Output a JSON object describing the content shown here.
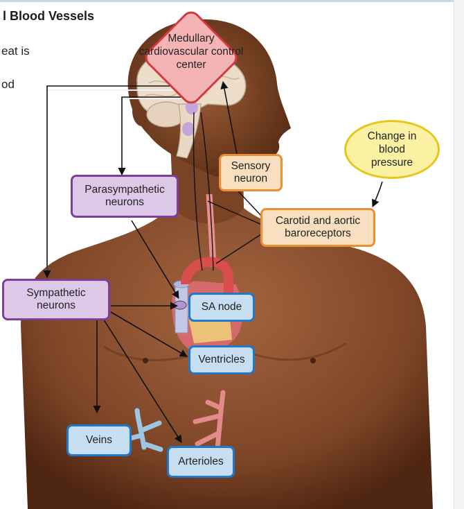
{
  "page": {
    "heading": "l Blood Vessels",
    "fragment_1": "eat is",
    "fragment_2": "od"
  },
  "diagram": {
    "control_center": "Medullary cardiovascular control center",
    "stimulus": "Change in blood pressure",
    "sensory_neuron": "Sensory neuron",
    "baroreceptors": "Carotid and aortic baroreceptors",
    "parasympathetic": "Parasympathetic neurons",
    "sympathetic": "Sympathetic neurons",
    "sa_node": "SA node",
    "ventricles": "Ventricles",
    "veins": "Veins",
    "arterioles": "Arterioles"
  },
  "colors": {
    "skin": "#8a5232",
    "skin_dark": "#5e3118",
    "purple_border": "#7e3f98",
    "blue_border": "#1f78c8",
    "orange_border": "#eb8f35",
    "red_border": "#d6393d",
    "yellow_border": "#e7c51c"
  }
}
